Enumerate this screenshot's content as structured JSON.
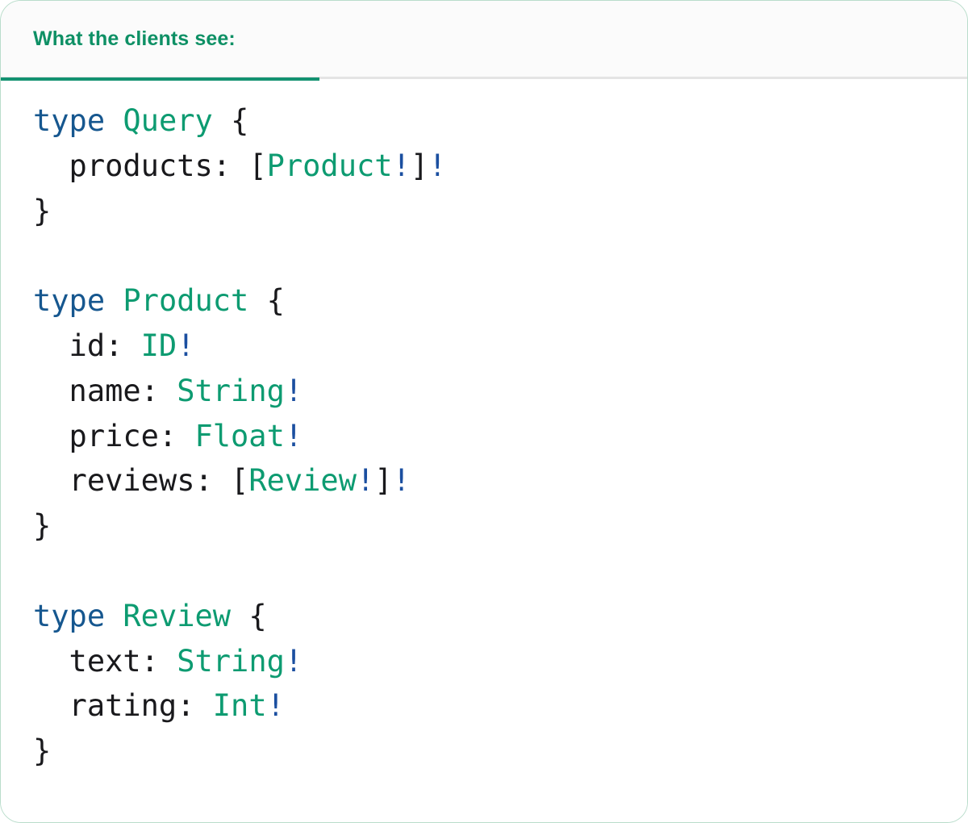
{
  "card": {
    "border_color": "#b9ddcb",
    "background": "#ffffff"
  },
  "tabs": {
    "active_index": 0,
    "items": [
      {
        "label": "What the clients see:",
        "active": true
      }
    ],
    "strip_background": "#fbfbfb",
    "active_underline_color": "#139271",
    "active_label_color": "#0e9065",
    "divider_color": "#e4e4e4"
  },
  "palette": {
    "keyword": "#16578f",
    "type_name": "#0d9b71",
    "punctuation": "#19191c",
    "field_name": "#19191c",
    "non_null_bang": "#1b4fa0"
  },
  "code": {
    "language": "graphql",
    "lines": [
      {
        "tokens": [
          {
            "t": "type",
            "c": "kw"
          },
          {
            "t": " ",
            "c": "punct"
          },
          {
            "t": "Query",
            "c": "tname"
          },
          {
            "t": " ",
            "c": "punct"
          },
          {
            "t": "{",
            "c": "punct"
          }
        ]
      },
      {
        "tokens": [
          {
            "t": "  products: ",
            "c": "field"
          },
          {
            "t": "[",
            "c": "punct"
          },
          {
            "t": "Product",
            "c": "tname"
          },
          {
            "t": "!",
            "c": "bang"
          },
          {
            "t": "]",
            "c": "punct"
          },
          {
            "t": "!",
            "c": "bang"
          }
        ]
      },
      {
        "tokens": [
          {
            "t": "}",
            "c": "punct"
          }
        ]
      },
      {
        "tokens": []
      },
      {
        "tokens": [
          {
            "t": "type",
            "c": "kw"
          },
          {
            "t": " ",
            "c": "punct"
          },
          {
            "t": "Product",
            "c": "tname"
          },
          {
            "t": " ",
            "c": "punct"
          },
          {
            "t": "{",
            "c": "punct"
          }
        ]
      },
      {
        "tokens": [
          {
            "t": "  id: ",
            "c": "field"
          },
          {
            "t": "ID",
            "c": "tname"
          },
          {
            "t": "!",
            "c": "bang"
          }
        ]
      },
      {
        "tokens": [
          {
            "t": "  name: ",
            "c": "field"
          },
          {
            "t": "String",
            "c": "tname"
          },
          {
            "t": "!",
            "c": "bang"
          }
        ]
      },
      {
        "tokens": [
          {
            "t": "  price: ",
            "c": "field"
          },
          {
            "t": "Float",
            "c": "tname"
          },
          {
            "t": "!",
            "c": "bang"
          }
        ]
      },
      {
        "tokens": [
          {
            "t": "  reviews: ",
            "c": "field"
          },
          {
            "t": "[",
            "c": "punct"
          },
          {
            "t": "Review",
            "c": "tname"
          },
          {
            "t": "!",
            "c": "bang"
          },
          {
            "t": "]",
            "c": "punct"
          },
          {
            "t": "!",
            "c": "bang"
          }
        ]
      },
      {
        "tokens": [
          {
            "t": "}",
            "c": "punct"
          }
        ]
      },
      {
        "tokens": []
      },
      {
        "tokens": [
          {
            "t": "type",
            "c": "kw"
          },
          {
            "t": " ",
            "c": "punct"
          },
          {
            "t": "Review",
            "c": "tname"
          },
          {
            "t": " ",
            "c": "punct"
          },
          {
            "t": "{",
            "c": "punct"
          }
        ]
      },
      {
        "tokens": [
          {
            "t": "  text: ",
            "c": "field"
          },
          {
            "t": "String",
            "c": "tname"
          },
          {
            "t": "!",
            "c": "bang"
          }
        ]
      },
      {
        "tokens": [
          {
            "t": "  rating: ",
            "c": "field"
          },
          {
            "t": "Int",
            "c": "tname"
          },
          {
            "t": "!",
            "c": "bang"
          }
        ]
      },
      {
        "tokens": [
          {
            "t": "}",
            "c": "punct"
          }
        ]
      }
    ],
    "plain_text": "type Query {\n  products: [Product!]!\n}\n\ntype Product {\n  id: ID!\n  name: String!\n  price: Float!\n  reviews: [Review!]!\n}\n\ntype Review {\n  text: String!\n  rating: Int!\n}"
  }
}
